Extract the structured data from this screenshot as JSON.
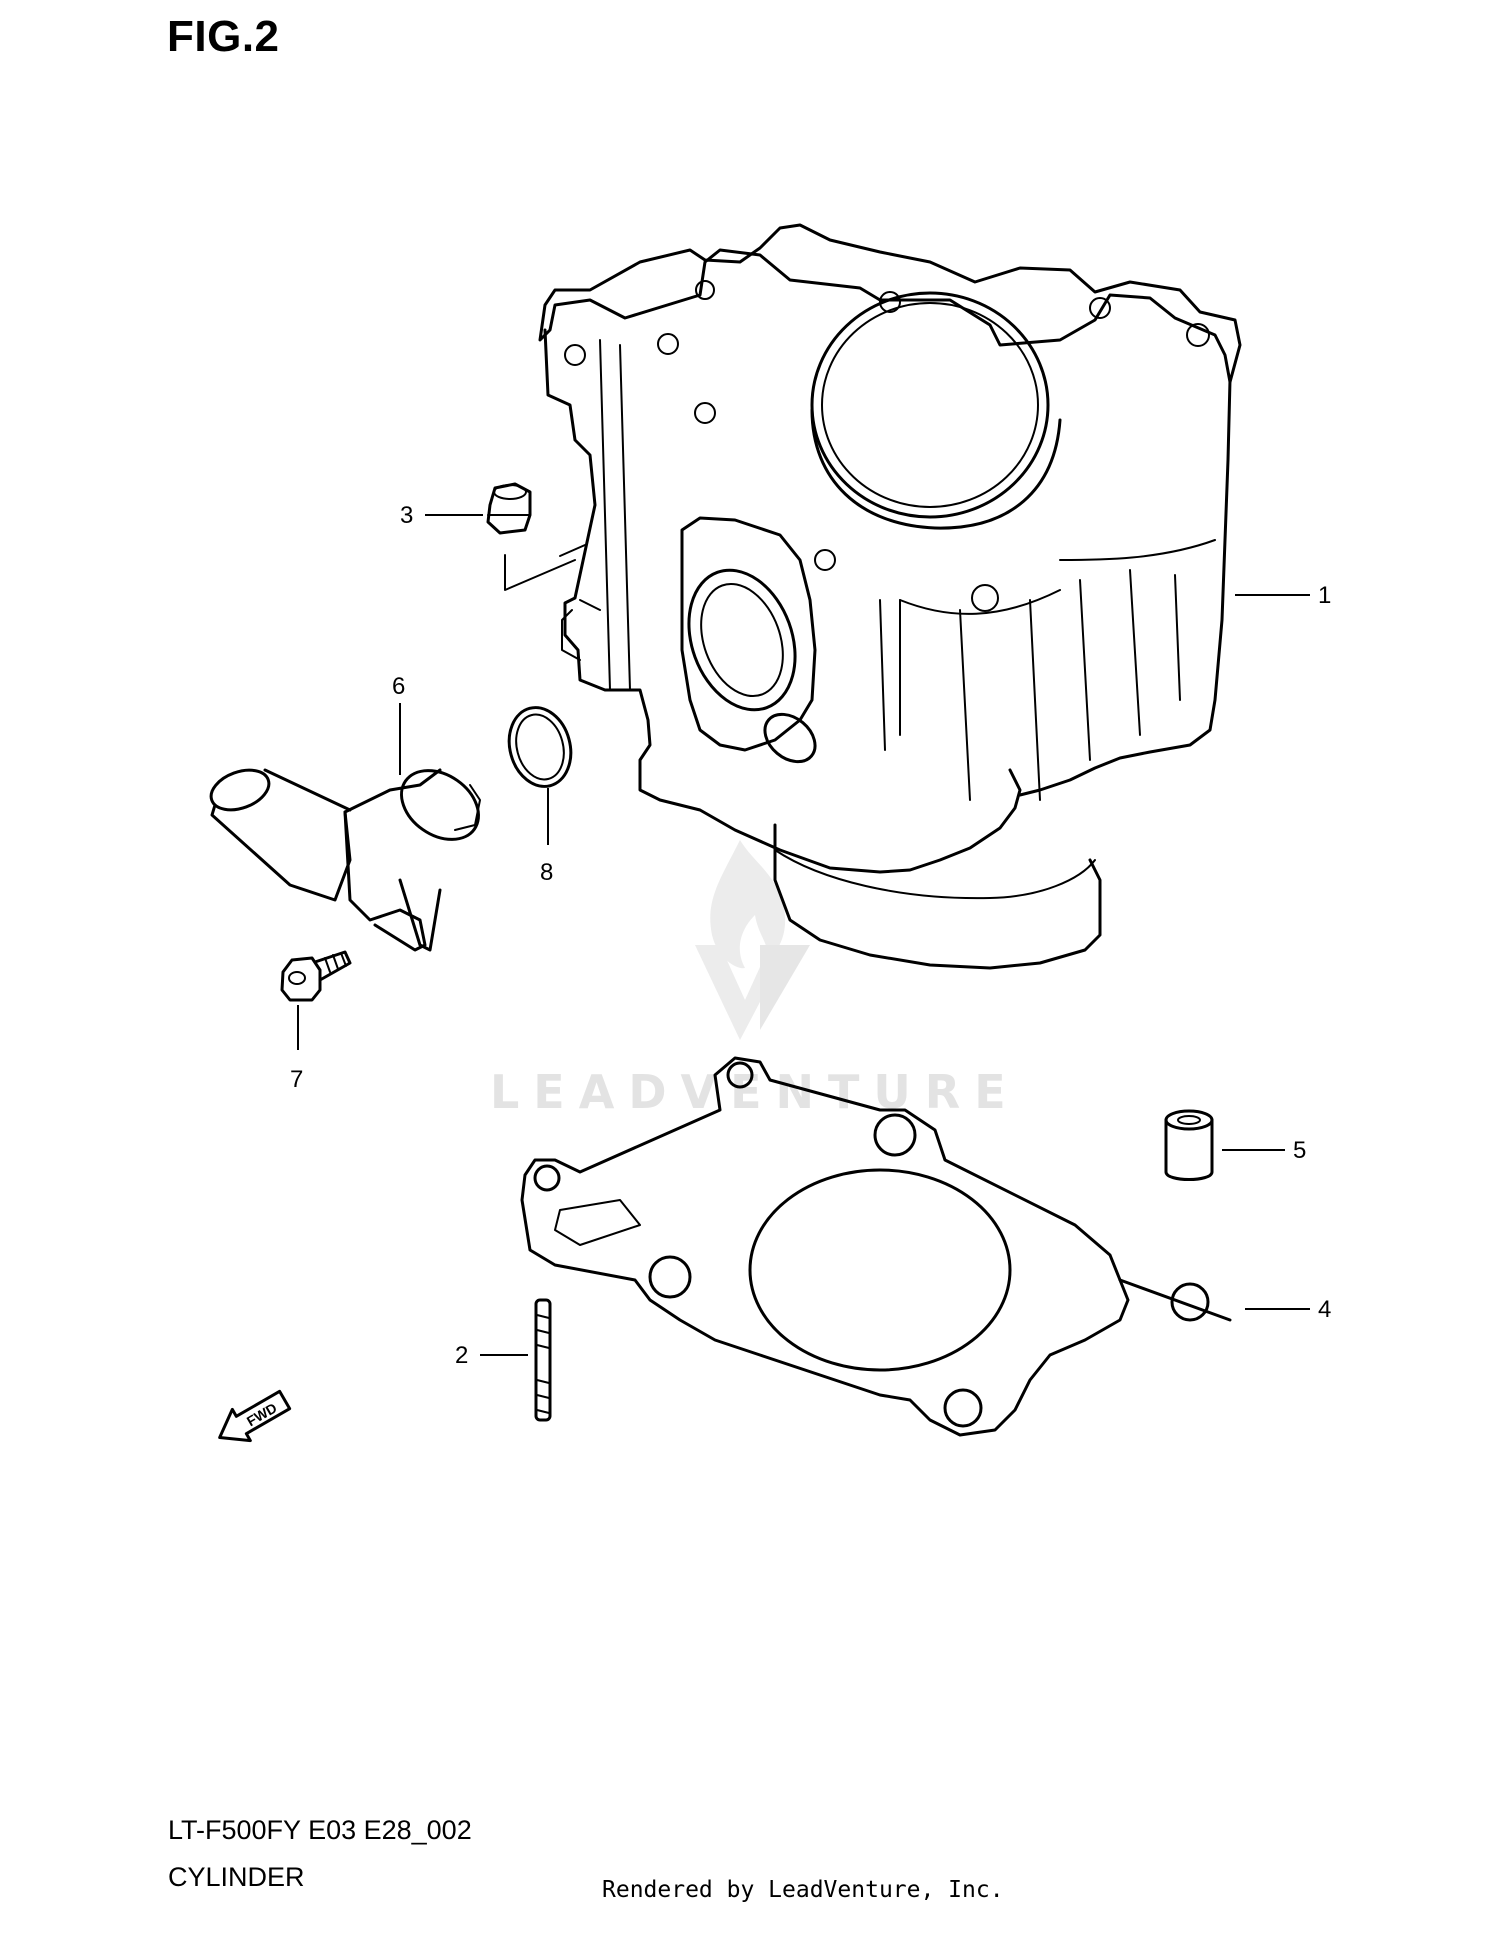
{
  "figure": {
    "title": "FIG.2"
  },
  "callouts": {
    "p1": "1",
    "p2": "2",
    "p3": "3",
    "p4": "4",
    "p5": "5",
    "p6": "6",
    "p7": "7",
    "p8": "8"
  },
  "fwd_label": "FWD",
  "watermark": {
    "text": "LEADVENTURE"
  },
  "footer": {
    "model_code": "LT-F500FY E03 E28_002",
    "section_name": "CYLINDER",
    "rendered_by": "Rendered by LeadVenture, Inc."
  },
  "colors": {
    "ink": "#000000",
    "watermark": "#e3e3e3"
  }
}
